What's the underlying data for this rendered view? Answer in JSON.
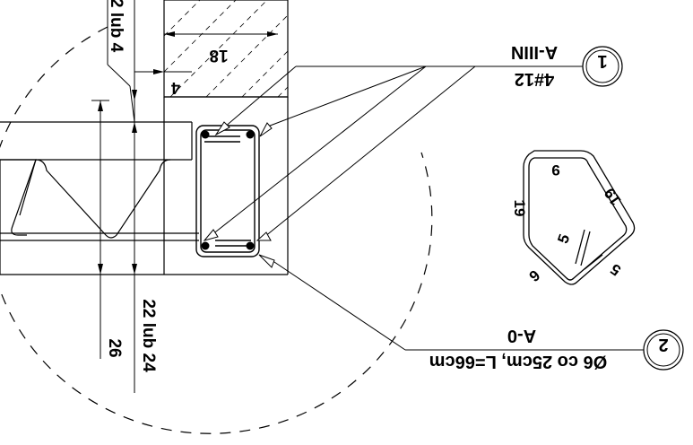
{
  "labels": {
    "dim_top_2lub4": "2 lub 4",
    "dim_top_18": "18",
    "dim_top_4": "4",
    "dim_left_26": "26",
    "dim_left_22lub24": "22 lub 24",
    "callout1_number": "1",
    "callout1_steel": "A-IIIN",
    "callout1_bars": "4#12",
    "callout2_number": "2",
    "callout2_steel": "A-0",
    "callout2_stirrup": "Ø6 co 25cm, L=66cm",
    "stirrup_dim_9_top": "9",
    "stirrup_dim_19_left": "19",
    "stirrup_dim_19_right": "19",
    "stirrup_dim_5_inner": "5",
    "stirrup_dim_5_hook": "5",
    "stirrup_dim_9_bottom": "9"
  },
  "colors": {
    "line": "#000000",
    "background": "#ffffff",
    "hatch": "#000000"
  }
}
